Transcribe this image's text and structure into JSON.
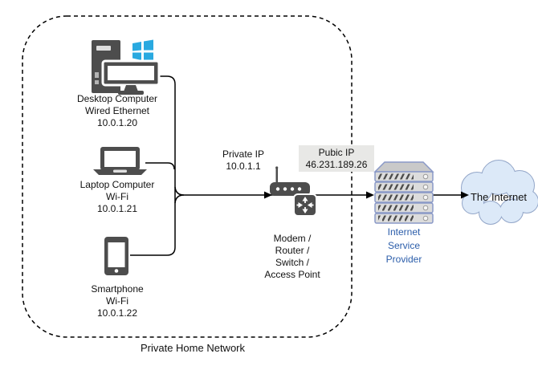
{
  "diagram": {
    "boundary_label": "Private Home Network",
    "devices": [
      {
        "name": "Desktop Computer",
        "connection": "Wired Ethernet",
        "ip": "10.0.1.20"
      },
      {
        "name": "Laptop Computer",
        "connection": "Wi-Fi",
        "ip": "10.0.1.21"
      },
      {
        "name": "Smartphone",
        "connection": "Wi-Fi",
        "ip": "10.0.1.22"
      }
    ],
    "gateway": {
      "private_ip_label": "Private IP",
      "private_ip": "10.0.1.1",
      "public_ip_label": "Pubic IP",
      "public_ip": "46.231.189.26",
      "device_label_lines": [
        "Modem /",
        "Router /",
        "Switch /",
        "Access Point"
      ]
    },
    "isp": {
      "label_lines": [
        "Internet",
        "Service",
        "Provider"
      ]
    },
    "internet": {
      "label": "The Internet"
    },
    "icons": {
      "desktop-computer-icon": "tower+monitor shape with windows-flag",
      "windows-logo-icon": "four blue panes",
      "laptop-computer-icon": "laptop shape",
      "smartphone-icon": "phone shape",
      "router-icon": "wireless router with antenna and 4 dots",
      "switch-icon": "square with 4 inward arrows",
      "isp-server-icon": "stacked server rack",
      "internet-cloud-icon": "cloud shape"
    },
    "colors": {
      "icon_gray": "#4d4d4d",
      "windows_blue": "#29a9e0",
      "isp_border_blue": "#8a99c7",
      "isp_label_blue": "#2b5daa",
      "cloud_fill": "#dce9f8",
      "cloud_border": "#94a7c9",
      "public_ip_bg": "#e8e8e6",
      "line_black": "#000000"
    }
  }
}
